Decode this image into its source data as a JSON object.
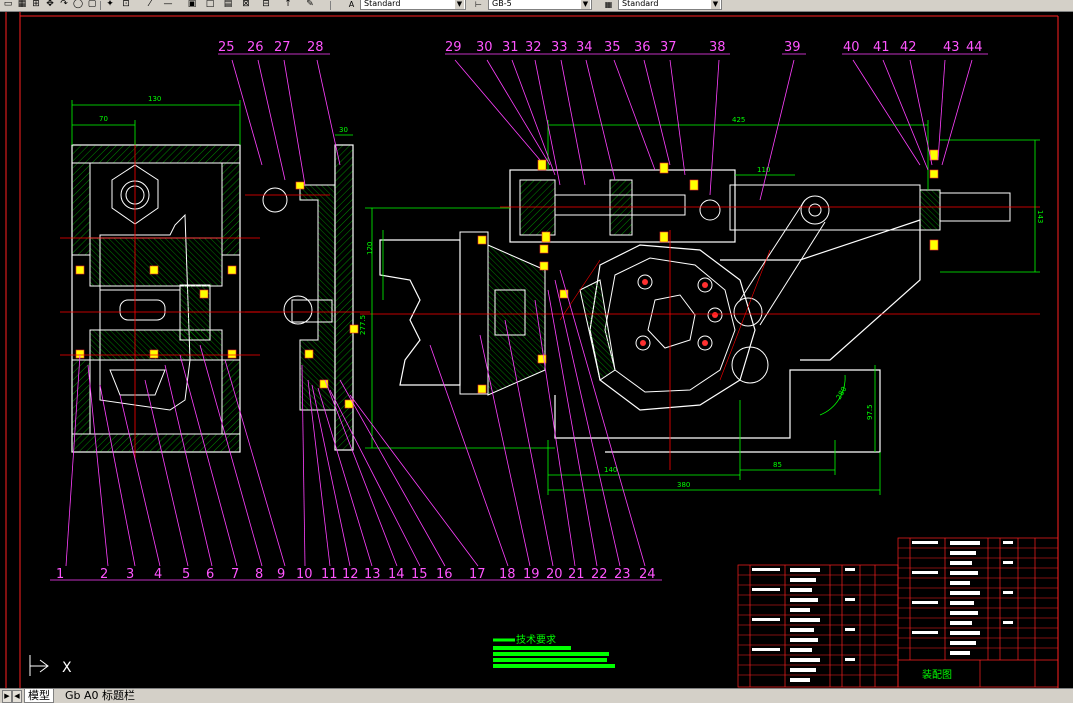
{
  "toolbar": {
    "icons": [
      "new-icon",
      "open-icon",
      "pan-icon",
      "orbit-icon",
      "redo-icon",
      "properties-icon",
      "pencil-icon",
      "match-icon",
      "block-icon",
      "window-icon",
      "list-icon",
      "pin-icon",
      "paint-icon"
    ],
    "text_style_value": "Standard",
    "dim_style_value": "GB-5",
    "table_style_value": "Standard"
  },
  "drawing": {
    "part_numbers_bottom": [
      "1",
      "2",
      "3",
      "4",
      "5",
      "6",
      "7",
      "8",
      "9",
      "10",
      "11",
      "12",
      "13",
      "14",
      "15",
      "16",
      "17",
      "18",
      "19",
      "20",
      "21",
      "22",
      "23",
      "24"
    ],
    "part_numbers_top": [
      "25",
      "26",
      "27",
      "28",
      "29",
      "30",
      "31",
      "32",
      "33",
      "34",
      "35",
      "36",
      "37",
      "38",
      "39",
      "40",
      "41",
      "42",
      "43",
      "44"
    ],
    "dimensions": {
      "d130": "130",
      "d70": "70",
      "d30": "30",
      "d425": "425",
      "d110": "110",
      "d140": "140",
      "d380": "380",
      "d85": "85",
      "d143": "143",
      "d120": "120",
      "d277": "277.5",
      "d97": "97.5",
      "d280": "280"
    },
    "tech_req_title": "技术要求",
    "title_block_name": "装配图"
  },
  "ucs": {
    "x_label": "X"
  },
  "tabs": {
    "model": "模型",
    "layout1": "Gb A0 标题栏"
  },
  "colors": {
    "border": "#ff2020",
    "outline": "#ffffff",
    "hatch": "#00c000",
    "dimension": "#00ff00",
    "leader": "#ff40ff",
    "center": "#ff0000",
    "fastener": "#ffff00"
  }
}
